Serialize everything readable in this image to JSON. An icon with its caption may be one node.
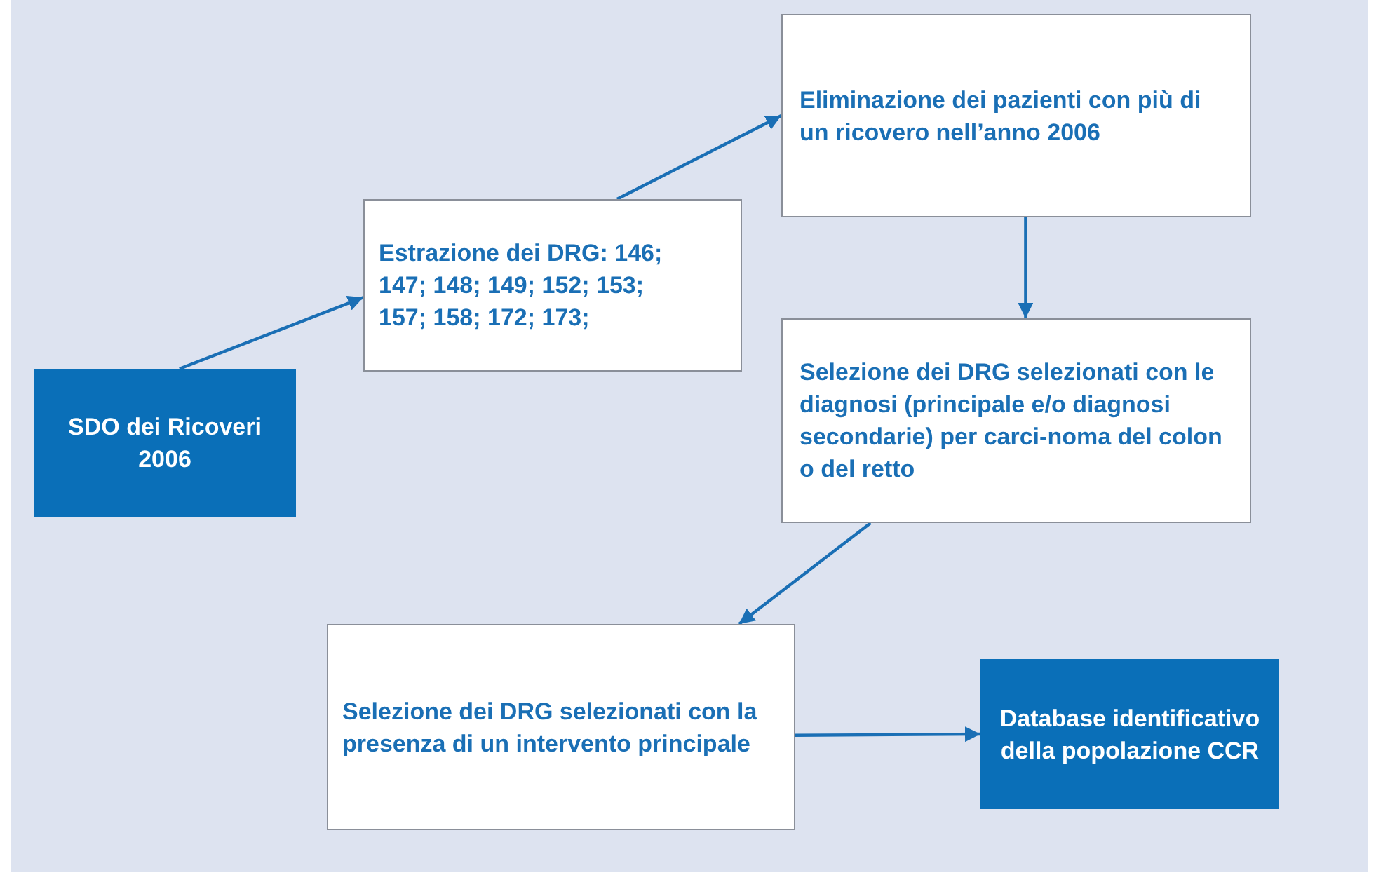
{
  "diagram": {
    "nodes": [
      {
        "text": [
          "SDO dei Ricoveri 2006"
        ]
      },
      {
        "text": [
          "Estrazione dei DRG: 146; 147; 148; 149; 152; 153; 157; 158; 172; 173;"
        ]
      },
      {
        "text": [
          "Eliminazione dei pazienti con più di un ricovero nell’anno 2006"
        ]
      },
      {
        "text": [
          "Selezione dei DRG selezionati con le diagnosi (principale e/o diagnosi secondarie) per carci-noma del colon o del retto"
        ]
      },
      {
        "text": [
          "Selezione dei DRG selezionati con la presenza di un intervento principale"
        ]
      },
      {
        "text": [
          "Database identificativo della popolazione CCR"
        ]
      }
    ],
    "edges": [
      {
        "from": 0,
        "to": 1,
        "arrow": "to"
      },
      {
        "from": 1,
        "to": 2,
        "arrow": "to"
      },
      {
        "from": 2,
        "to": 3,
        "arrow": "to"
      },
      {
        "from": 3,
        "to": 4,
        "arrow": "to"
      },
      {
        "from": 4,
        "to": 5,
        "arrow": "to"
      }
    ]
  }
}
